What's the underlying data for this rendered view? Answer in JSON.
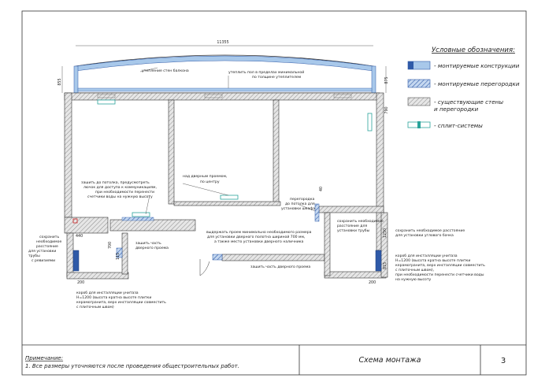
{
  "dimensions": {
    "overall_width": "11355",
    "left_balcony": "855",
    "right_balcony": "875",
    "right_side": "790",
    "bottom_left": "200",
    "bottom_right": "200",
    "door_left": "700",
    "door_left_small": "115",
    "left_jog": "440",
    "right_jog_vertical": "1250",
    "right_jog_small": "815",
    "right_top_small": "40"
  },
  "annotations": {
    "balcony_wall": "утепление стен балкона",
    "balcony_floor": [
      "утеплить пол в пределах минимальной",
      "по толщине утеплителем"
    ],
    "ceiling_hatch": [
      "зашить до потолка, предусмотреть",
      "лючок для доступа к коммуникациям,",
      "при необходимости перенести",
      "счетчики воды на нужную высоту"
    ],
    "door_center": [
      "над дверным проемом,",
      "по центру"
    ],
    "partition": [
      "перегородка",
      "до потолка для",
      "установки шкафа"
    ],
    "keep_distance_right": [
      "сохранить необходимое",
      "расстояние для",
      "установки трубы"
    ],
    "keep_distance_bath": [
      "сохранить необходимое расстояние",
      "для установки углового бачка"
    ],
    "keep_distance_left": [
      "сохранить",
      "необходимое",
      "расстояние",
      "для установки",
      "трубы",
      "с ревизиями"
    ],
    "door_left": [
      "зашить часть",
      "дверного проема"
    ],
    "doorway_note": [
      "выдержать проем минимально необходимого размера",
      "для установки дверного полотна шириной 700 мм,",
      "а также место установки дверного наличника"
    ],
    "door_bottom": "зашить часть дверного проема",
    "box_left": [
      "короб для инсталляции унитаза",
      "Н=1200 (высота кратна высоте плитки",
      "керамогранита, верх инсталляции совместить",
      "с плиточным швом)"
    ],
    "box_right": [
      "короб для инсталляции унитаза",
      "Н=1200 (высота кратна высоте плитки",
      "керамогранита, верх инсталляции совместить",
      "с плиточным швом),",
      "при необходимости перенести счетчики воды",
      "на нужную высоту"
    ]
  },
  "legend": {
    "title": "Условные обозначения:",
    "items": [
      {
        "label": "- монтируемые конструкции",
        "style": "blue-fill",
        "color": "#a8c8ea"
      },
      {
        "label": "- монтируемые перегородки",
        "style": "blue-hatch",
        "color": "#6e8fc8"
      },
      {
        "label": "- существующие стены",
        "label2": "и перегородки",
        "style": "grey-hatch",
        "color": "#8a8a8a"
      },
      {
        "label": "- сплит-системы",
        "style": "split-icon",
        "color": "#2aa39b"
      }
    ]
  },
  "footer": {
    "note_title": "Примечание:",
    "note_text": "1. Все размеры уточняются после проведения общестроительных работ.",
    "sheet_title": "Схема монтажа",
    "sheet_number": "3"
  },
  "colors": {
    "wall_hatch": "#8a8a8a",
    "mounted": "#a8c8ea",
    "mounted_dark": "#2f5aa8",
    "split": "#2aa39b",
    "door_marker": "#cc2222"
  }
}
